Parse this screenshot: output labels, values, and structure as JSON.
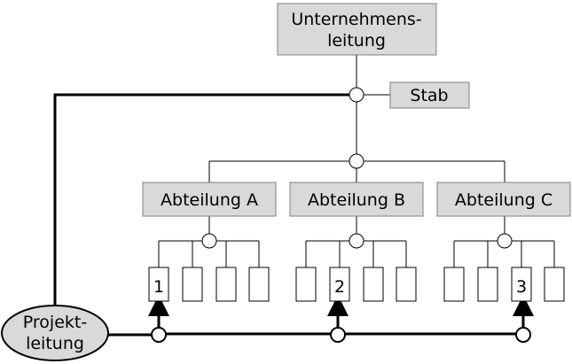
{
  "diagram": {
    "top": {
      "line1": "Unternehmens-",
      "line2": "leitung"
    },
    "staff": "Stab",
    "departments": [
      "Abteilung A",
      "Abteilung B",
      "Abteilung C"
    ],
    "members": [
      "1",
      "2",
      "3"
    ],
    "project": {
      "line1": "Projekt-",
      "line2": "leitung"
    }
  }
}
